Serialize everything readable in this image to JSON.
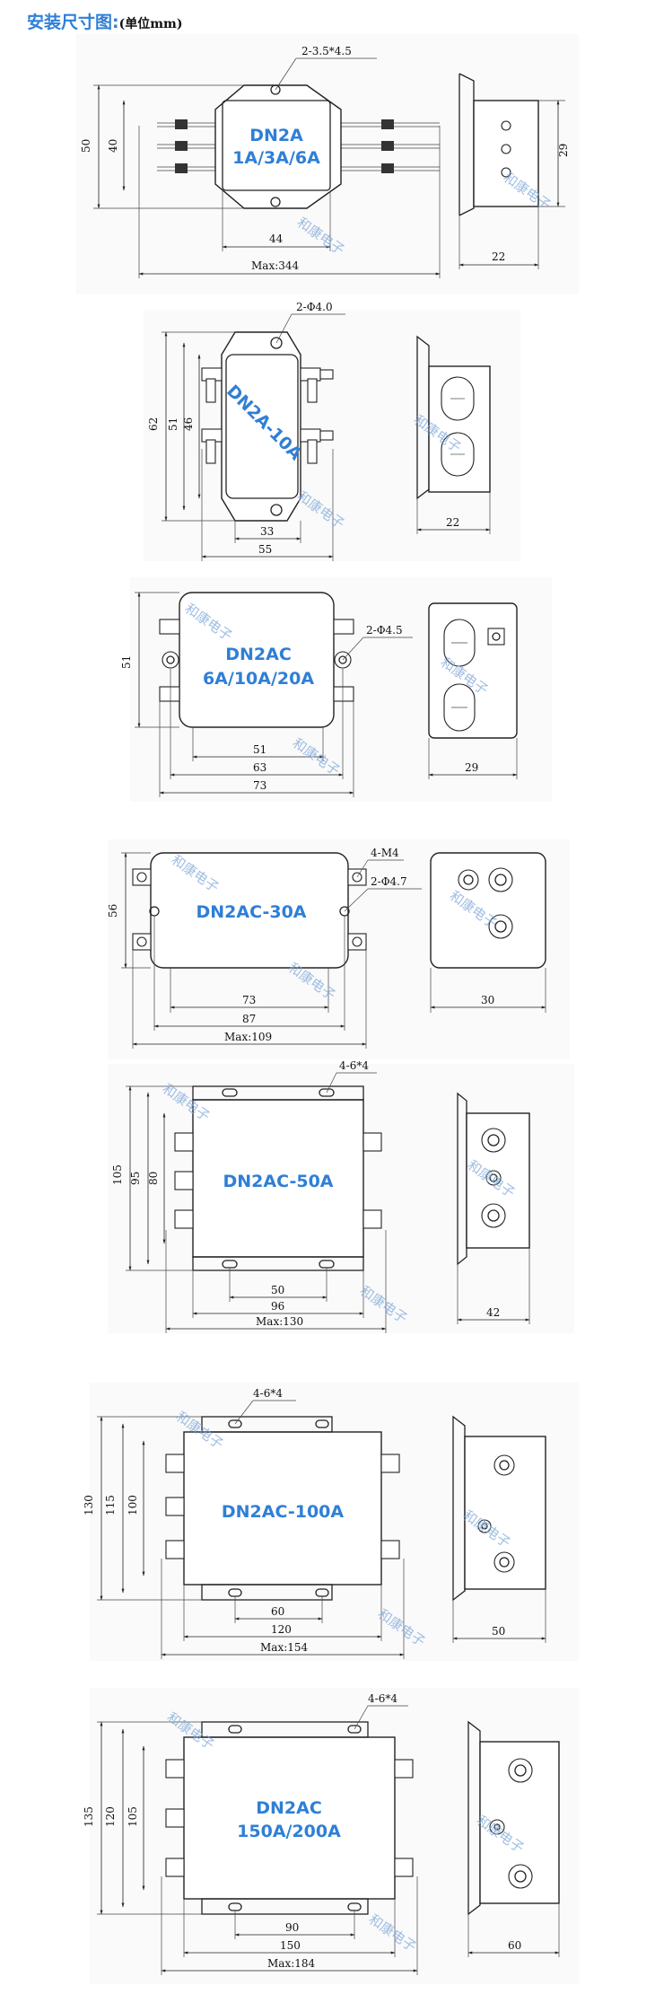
{
  "header": {
    "title": "安装尺寸图:",
    "unit": "(单位mm)"
  },
  "watermark": "和康电子",
  "models": [
    {
      "id": "dn2a-small",
      "label_lines": [
        "DN2A",
        "1A/3A/6A"
      ],
      "hole_note": "2-3.5*4.5",
      "dims": {
        "height_outer": "50",
        "height_inner": "40",
        "width_holes": "44",
        "width_max": "Max:344",
        "side_height": "29",
        "side_depth": "22"
      }
    },
    {
      "id": "dn2a-10a",
      "label_lines": [
        "DN2A-10A"
      ],
      "hole_note": "2-Φ4.0",
      "dims": {
        "height_outer": "62",
        "height_mid": "51",
        "height_inner": "46",
        "width_inner": "33",
        "width_outer": "55",
        "side_depth": "22"
      }
    },
    {
      "id": "dn2ac-20a",
      "label_lines": [
        "DN2AC",
        "6A/10A/20A"
      ],
      "hole_note": "2-Φ4.5",
      "dims": {
        "height": "51",
        "width_inner": "51",
        "width_mid": "63",
        "width_outer": "73",
        "side_depth": "29"
      }
    },
    {
      "id": "dn2ac-30a",
      "label_lines": [
        "DN2AC-30A"
      ],
      "hole_note": "2-Φ4.7",
      "thread_note": "4-M4",
      "dims": {
        "height": "56",
        "width_inner": "73",
        "width_mid": "87",
        "width_max": "Max:109",
        "side_depth": "30"
      }
    },
    {
      "id": "dn2ac-50a",
      "label_lines": [
        "DN2AC-50A"
      ],
      "hole_note": "4-6*4",
      "dims": {
        "height_outer": "105",
        "height_mid": "95",
        "height_inner": "80",
        "width_inner": "50",
        "width_mid": "96",
        "width_max": "Max:130",
        "side_depth": "42"
      }
    },
    {
      "id": "dn2ac-100a",
      "label_lines": [
        "DN2AC-100A"
      ],
      "hole_note": "4-6*4",
      "dims": {
        "height_outer": "130",
        "height_mid": "115",
        "height_inner": "100",
        "width_inner": "60",
        "width_mid": "120",
        "width_max": "Max:154",
        "side_depth": "50"
      }
    },
    {
      "id": "dn2ac-200a",
      "label_lines": [
        "DN2AC",
        "150A/200A"
      ],
      "hole_note": "4-6*4",
      "dims": {
        "height_outer": "135",
        "height_mid": "120",
        "height_inner": "105",
        "width_inner": "90",
        "width_mid": "150",
        "width_max": "Max:184",
        "side_depth": "60"
      }
    }
  ]
}
